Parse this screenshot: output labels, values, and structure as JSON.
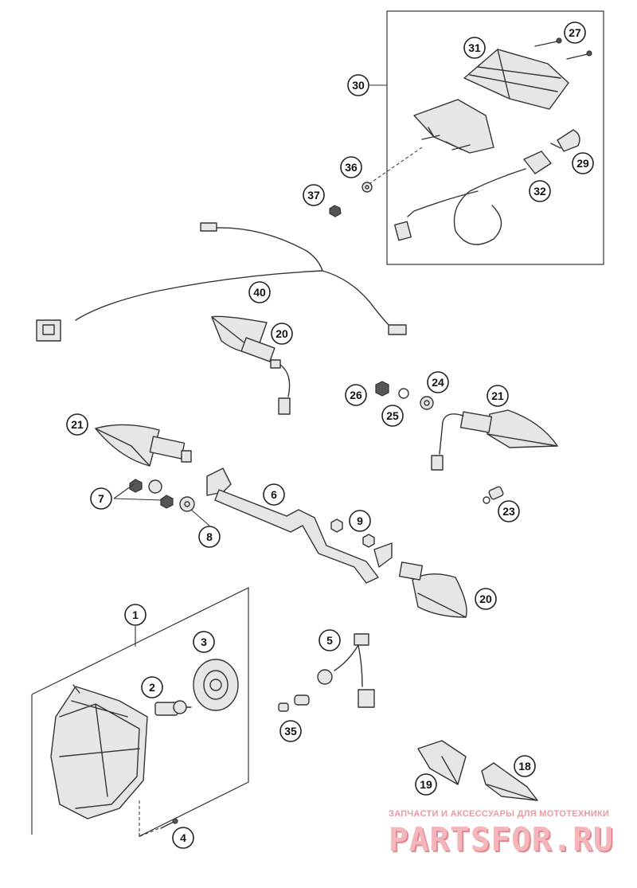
{
  "callouts": {
    "c1": "1",
    "c2": "2",
    "c3": "3",
    "c4": "4",
    "c5": "5",
    "c6": "6",
    "c7": "7",
    "c8": "8",
    "c9": "9",
    "c18": "18",
    "c19": "19",
    "c20a": "20",
    "c20b": "20",
    "c21a": "21",
    "c21b": "21",
    "c23": "23",
    "c24": "24",
    "c25": "25",
    "c26": "26",
    "c27": "27",
    "c29": "29",
    "c30": "30",
    "c31": "31",
    "c32": "32",
    "c35": "35",
    "c36": "36",
    "c37": "37",
    "c40": "40"
  },
  "watermark": {
    "tagline": "ЗАПЧАСТИ И АКСЕССУАРЫ ДЛЯ МОТОТЕХНИКИ",
    "logo": "PARTSFOR.RU"
  },
  "colors": {
    "line": "#333333",
    "watermark": "#f3b6bb",
    "watermark_shadow": "#e48891"
  }
}
